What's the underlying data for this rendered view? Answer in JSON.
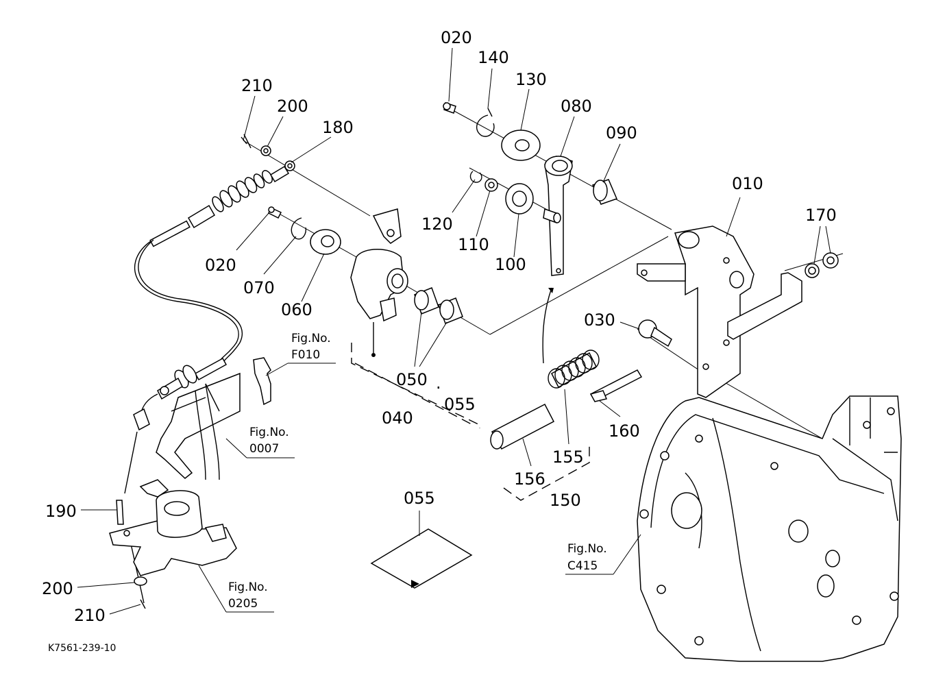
{
  "labels": {
    "p020_top": "020",
    "p140": "140",
    "p130": "130",
    "p080": "080",
    "p090": "090",
    "p210_top": "210",
    "p200_top": "200",
    "p180": "180",
    "p010": "010",
    "p170": "170",
    "p120": "120",
    "p110": "110",
    "p100": "100",
    "p020_mid": "020",
    "p070": "070",
    "p060": "060",
    "p030": "030",
    "p050": "050",
    "p055_a": "055",
    "p040": "040",
    "p160": "160",
    "p155": "155",
    "p156": "156",
    "p150": "150",
    "p055_b": "055",
    "p190": "190",
    "p200_bot": "200",
    "p210_bot": "210"
  },
  "fig_refs": {
    "f010": {
      "line1": "Fig.No.",
      "line2": "F010"
    },
    "f0007": {
      "line1": "Fig.No.",
      "line2": "0007"
    },
    "fc415": {
      "line1": "Fig.No.",
      "line2": "C415"
    },
    "f0205": {
      "line1": "Fig.No.",
      "line2": "0205"
    }
  },
  "drawing_id": "K7561-239-10"
}
